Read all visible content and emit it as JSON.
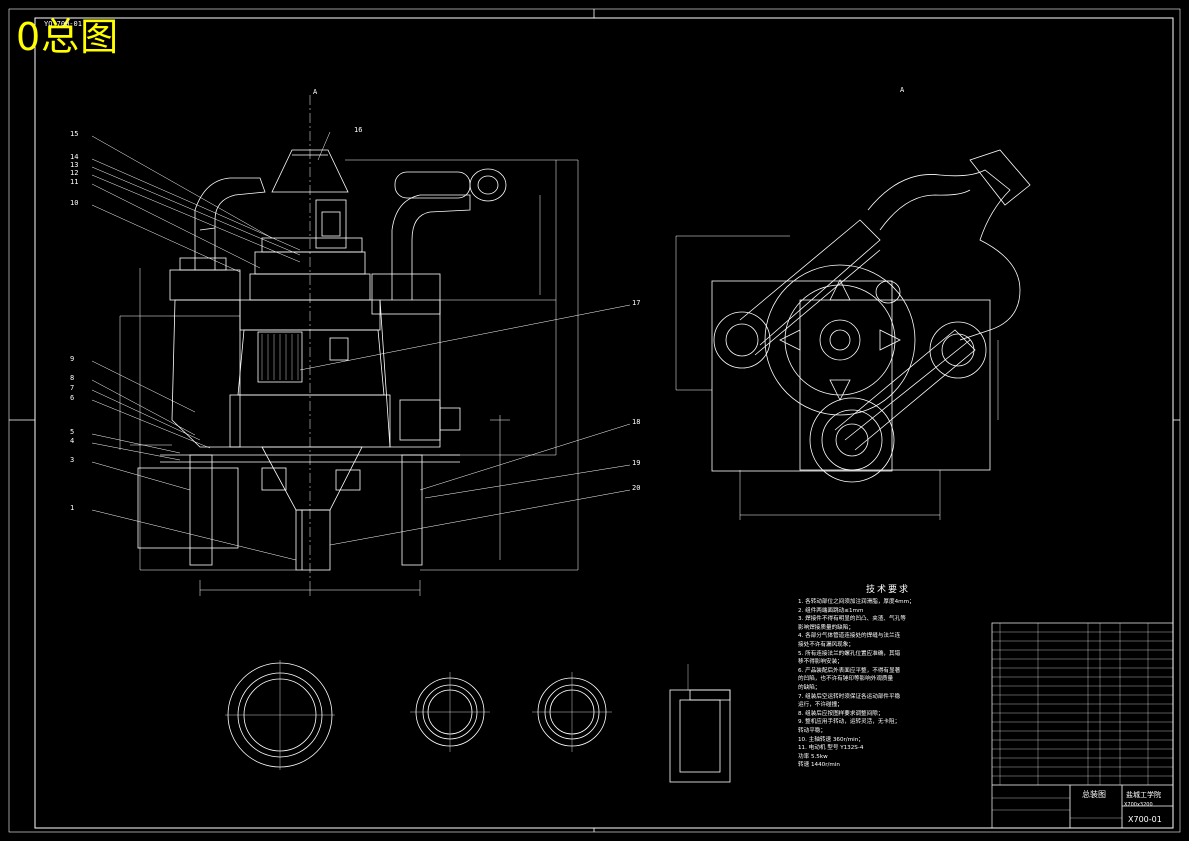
{
  "drawing": {
    "overlay_title": "0总图",
    "corner_code": "YO-700-01",
    "view_label_left": "A",
    "view_label_right": "A",
    "part_labels_left": [
      "15",
      "14",
      "13",
      "12",
      "11",
      "10",
      "9",
      "8",
      "7",
      "6",
      "5",
      "4",
      "3",
      "1"
    ],
    "part_labels_right": [
      "16",
      "17",
      "18",
      "19",
      "20"
    ]
  },
  "tech_requirements": {
    "title": "技术要求",
    "notes": [
      "1. 各转动部位之间须加注润滑脂，厚度4mm；",
      "2. 组件两端面跳动≤1mm",
      "3. 焊接件不得有明显的凹凸、夹渣、气孔等",
      "   影响焊接质量的缺陷；",
      "4. 各部分气体管道连接处的焊缝与法兰连",
      "   接处不许有漏风现象；",
      "5. 所有连接法兰的螺孔位置应准确，其错",
      "   移不得影响安装；",
      "6. 产品装配后外表面应平整，不得有显著",
      "   的凹陷，也不许有锤印等影响外观质量",
      "   的缺陷；",
      "7. 组装后空运转时须保证各运动部件平稳",
      "   运行，不许碰撞；",
      "8. 组装后应按图样要求调整间隙；",
      "9. 整机应用手转动，运转灵活，无卡阻；",
      "   转动平稳；",
      "10. 主轴转速 360r/min；",
      "11. 电动机 型号 Y132S-4",
      "    功率 5.5kw",
      "    转速 1440r/min"
    ]
  },
  "title_block": {
    "drawing_name": "总装图",
    "company": "盐城工学院",
    "spec": "X700x3200",
    "drawing_number": "X700-01"
  }
}
